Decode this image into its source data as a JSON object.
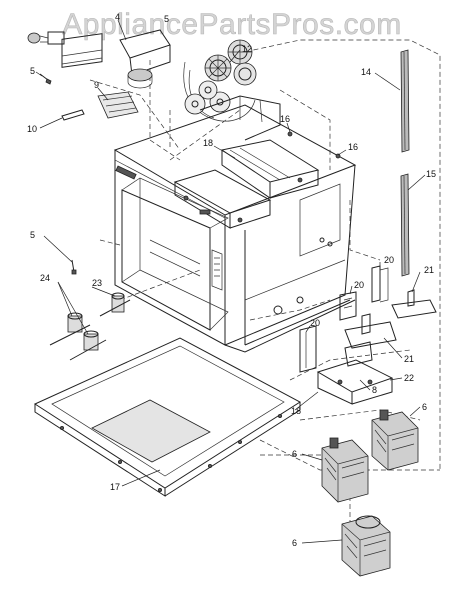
{
  "watermark": "AppliancePartsPros.com",
  "callouts": [
    "5",
    "5",
    "5",
    "9",
    "10",
    "12",
    "14",
    "15",
    "16",
    "16",
    "18",
    "18",
    "20",
    "20",
    "20",
    "21",
    "21",
    "22",
    "23",
    "24",
    "6",
    "6",
    "6",
    "8",
    "17",
    "4"
  ]
}
